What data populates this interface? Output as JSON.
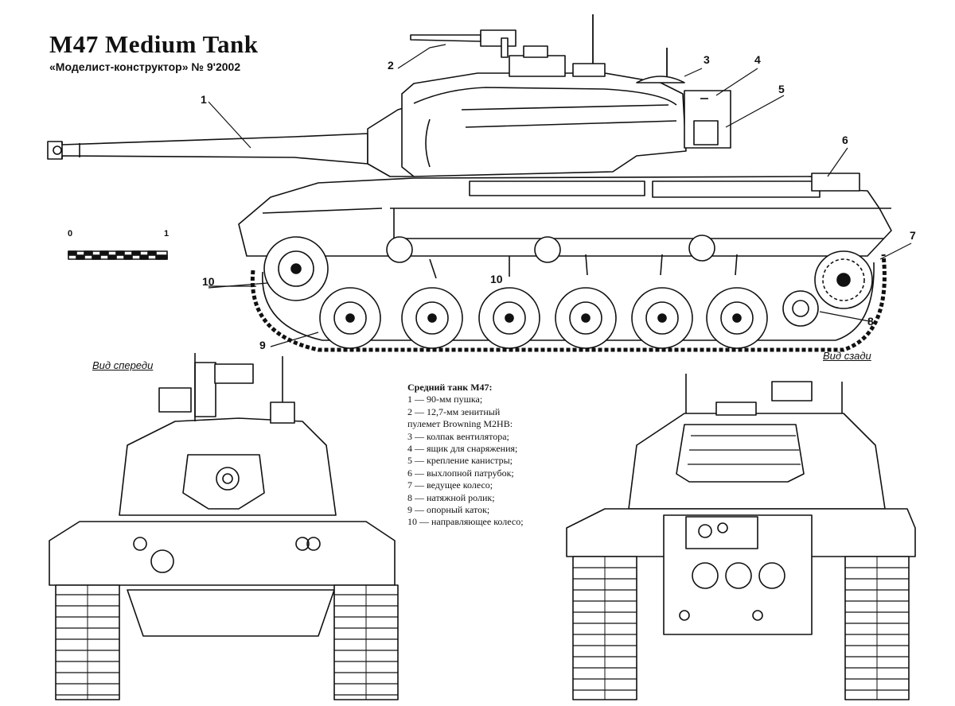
{
  "header": {
    "title": "M47 Medium Tank",
    "subtitle": "«Моделист-конструктор» № 9'2002"
  },
  "scale": {
    "min_label": "0",
    "max_label": "1"
  },
  "views": {
    "front_label": "Вид спереди",
    "rear_label": "Вид сзади"
  },
  "callouts": [
    "1",
    "2",
    "3",
    "4",
    "5",
    "6",
    "7",
    "8",
    "9",
    "10",
    "10"
  ],
  "legend": {
    "heading": "Средний танк М47:",
    "items": [
      "1 — 90-мм пушка;",
      "2 — 12,7-мм зенитный",
      "пулемет Browning M2HB:",
      "3 — колпак вентилятора;",
      "4 — ящик для снаряжения;",
      "5 — крепление канистры;",
      "6 — выхлопной патрубок;",
      "7 — ведущее колесо;",
      "8 — натяжной ролик;",
      "9 — опорный каток;",
      "10 — направляющее колесо;"
    ]
  }
}
